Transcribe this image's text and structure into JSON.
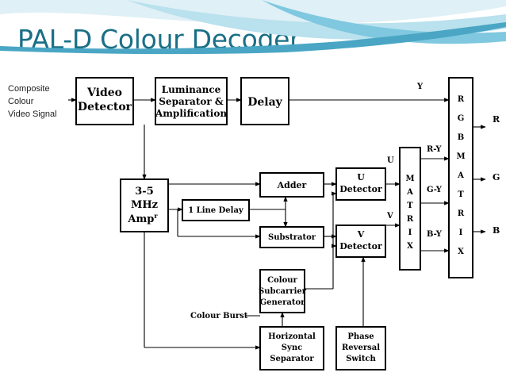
{
  "slide": {
    "title": "PAL-D Colour Decoder"
  },
  "diagram": {
    "input_label": [
      "Composite",
      "Colour",
      "Video Signal"
    ],
    "blocks": {
      "video_detector": [
        "Video",
        "Detector"
      ],
      "luminance": [
        "Luminance",
        "Separator &",
        "Amplification"
      ],
      "delay": [
        "Delay"
      ],
      "amp": [
        "3-5",
        "MHz",
        "Amp"
      ],
      "amp_sup": "r",
      "line_delay": [
        "1 Line Delay"
      ],
      "adder": [
        "Adder"
      ],
      "substrator": [
        "Substrator"
      ],
      "u_detector": [
        "U",
        "Detector"
      ],
      "v_detector": [
        "V",
        "Detector"
      ],
      "matrix": [
        "M",
        "A",
        "T",
        "R",
        "I",
        "X"
      ],
      "rgb_matrix": [
        "R",
        "G",
        "B",
        "M",
        "A",
        "T",
        "R",
        "I",
        "X"
      ],
      "subcarrier": [
        "Colour",
        "Subcarrier",
        "Generator"
      ],
      "hsync": [
        "Horizontal",
        "Sync",
        "Separator"
      ],
      "phase": [
        "Phase",
        "Reversal",
        "Switch"
      ]
    },
    "signals": {
      "y": "Y",
      "u": "U",
      "v": "V",
      "ry": "R-Y",
      "gy": "G-Y",
      "by": "B-Y",
      "r": "R",
      "g": "G",
      "b": "B",
      "burst": "Colour Burst"
    }
  }
}
